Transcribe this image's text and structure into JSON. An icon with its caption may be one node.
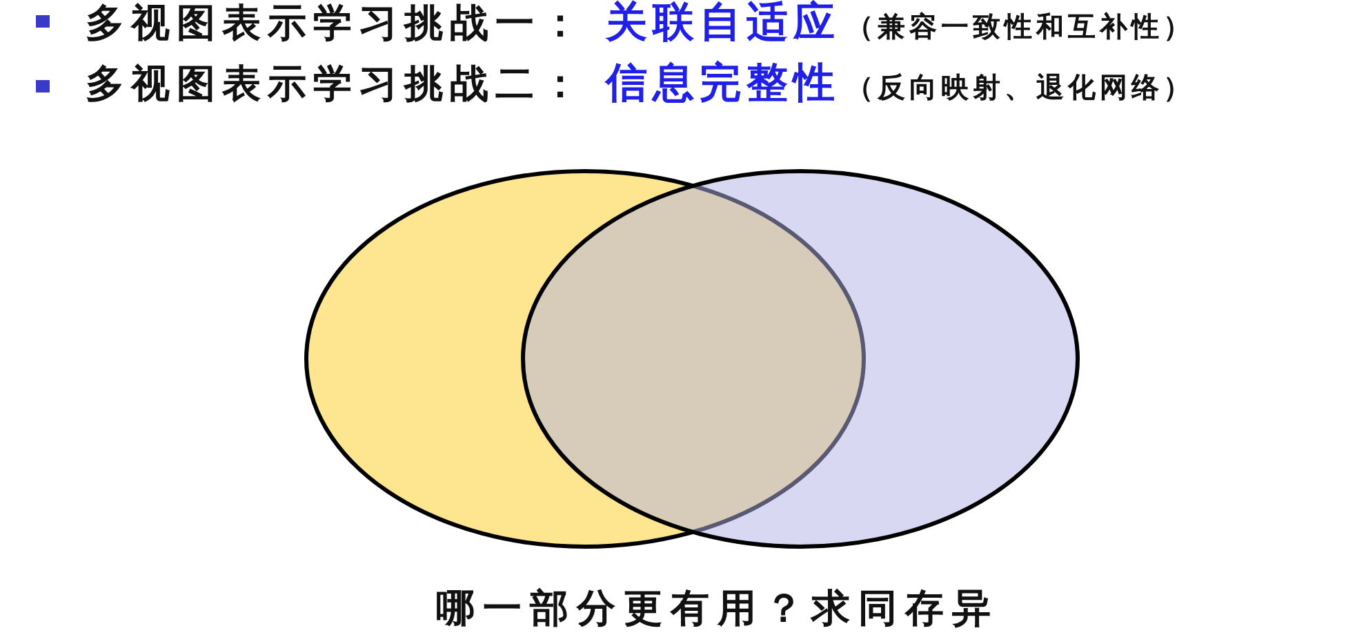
{
  "diagram": {
    "nodes": [
      {
        "text": [],
        "shape": "ellipse"
      },
      {
        "text": [],
        "shape": "ellipse"
      }
    ],
    "labels": [
      "多视图表示学习挑战一：",
      "关联自适应",
      "（兼容一致性和互补性）",
      "多视图表示学习挑战二：",
      "信息完整性",
      "（反向映射、退化网络）",
      "哪一部分更有用？求同存异"
    ]
  }
}
